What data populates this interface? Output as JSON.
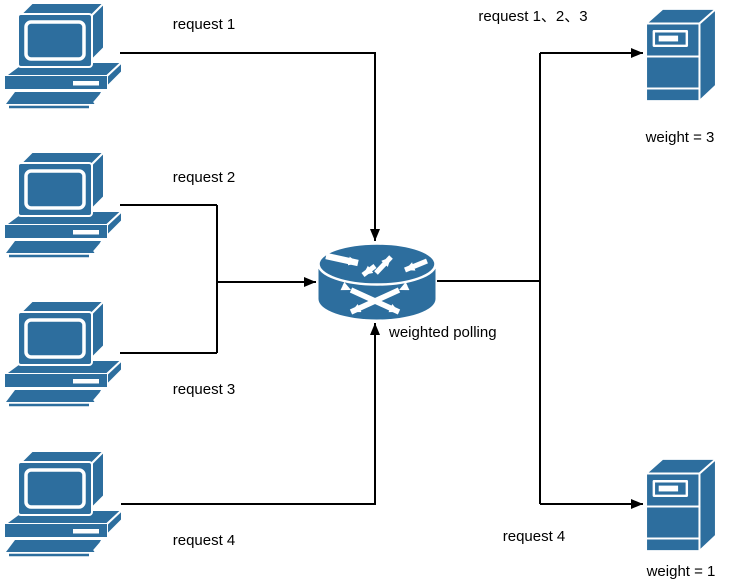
{
  "diagram": {
    "colors": {
      "node_fill": "#2d6e9e",
      "connector": "#000000",
      "background": "#ffffff",
      "label_text": "#000000"
    },
    "clients": [
      {
        "name": "client-1",
        "icon": "desktop-computer-icon",
        "request_label": "request 1"
      },
      {
        "name": "client-2",
        "icon": "desktop-computer-icon",
        "request_label": "request 2"
      },
      {
        "name": "client-3",
        "icon": "desktop-computer-icon",
        "request_label": "request 3"
      },
      {
        "name": "client-4",
        "icon": "desktop-computer-icon",
        "request_label": "request 4"
      }
    ],
    "load_balancer": {
      "icon": "router-icon",
      "label": "weighted polling"
    },
    "servers": [
      {
        "name": "server-1",
        "icon": "server-icon",
        "request_label": "request 1、2、3",
        "weight_label": "weight = 3"
      },
      {
        "name": "server-2",
        "icon": "server-icon",
        "request_label": "request 4",
        "weight_label": "weight = 1"
      }
    ]
  }
}
